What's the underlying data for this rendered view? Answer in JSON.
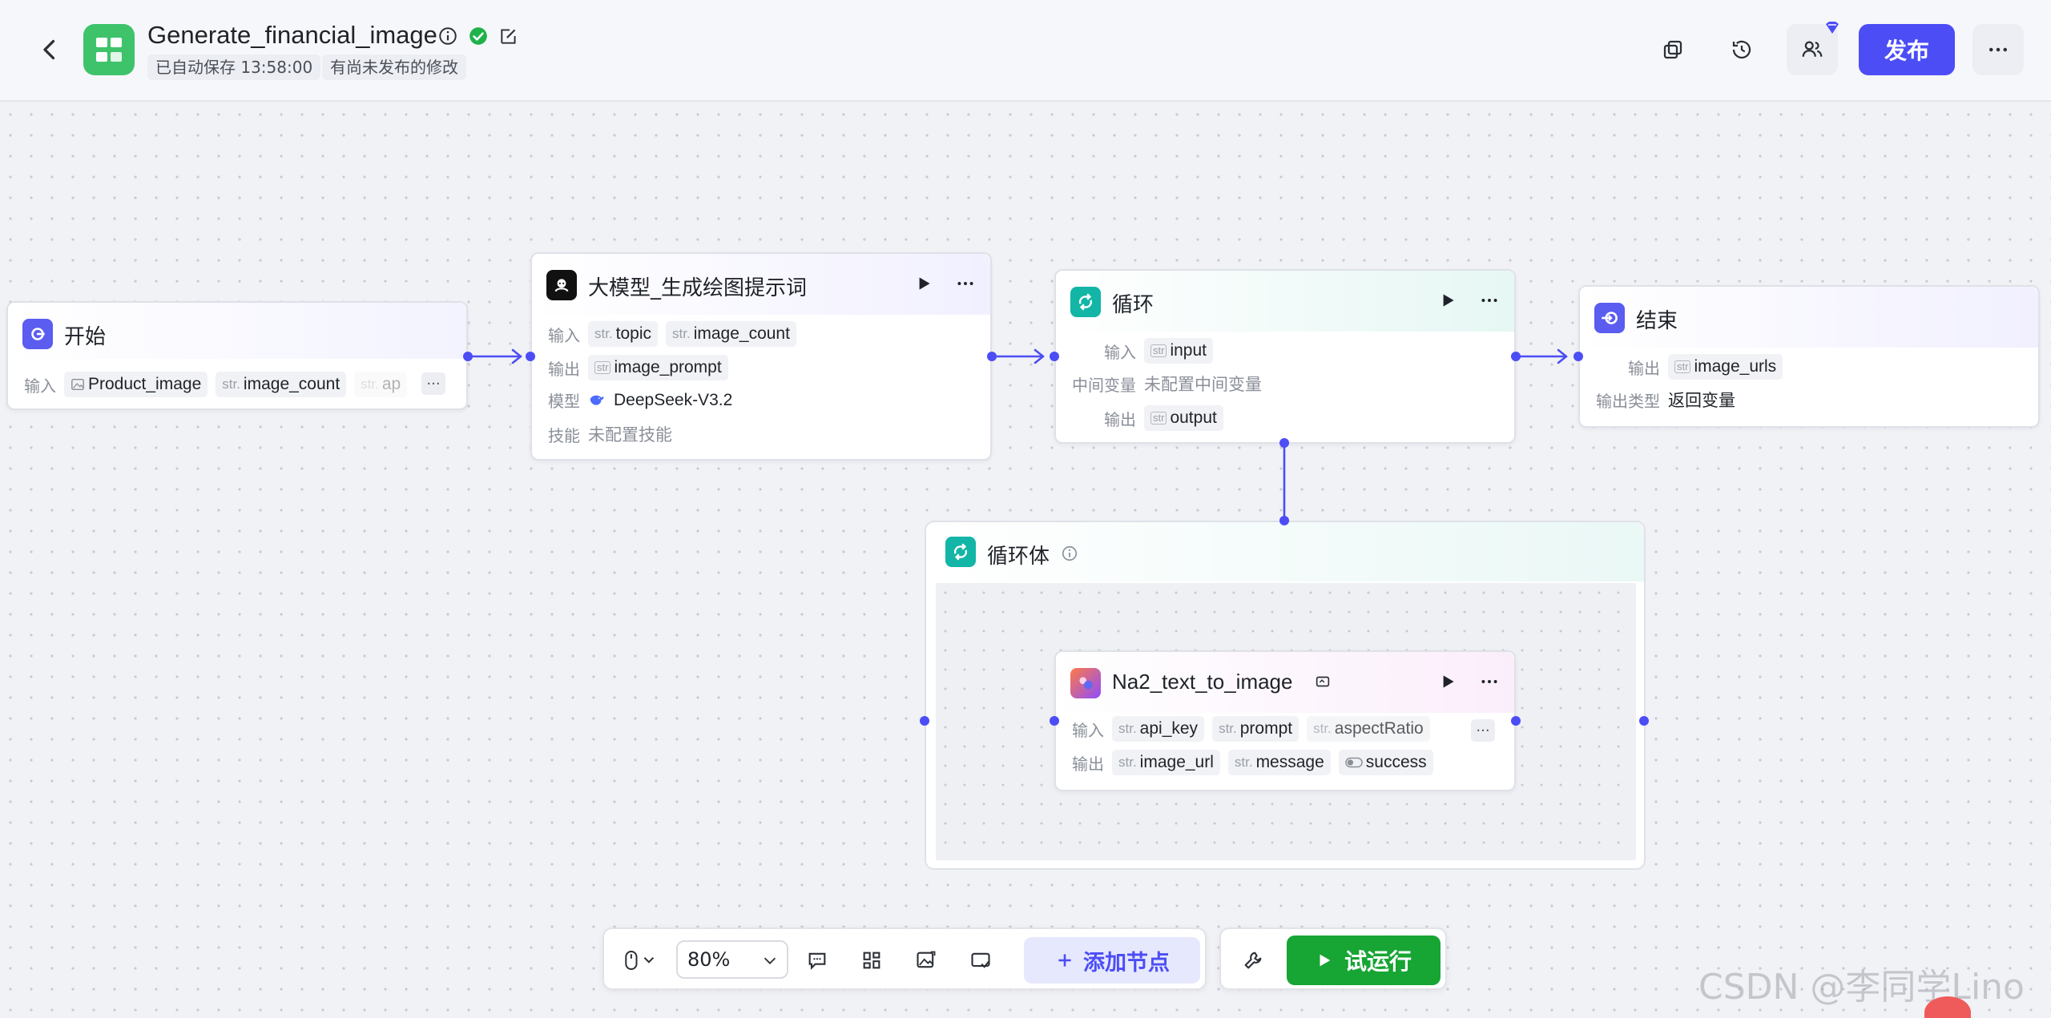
{
  "header": {
    "title": "Generate_financial_image",
    "autosave": "已自动保存 13:58:00",
    "unpublished": "有尚未发布的修改",
    "publish_label": "发布"
  },
  "nodes": {
    "start": {
      "title": "开始",
      "input_label": "输入",
      "inputs": [
        {
          "type": "img",
          "name": "Product_image"
        },
        {
          "type": "str.",
          "name": "image_count"
        },
        {
          "type": "str.",
          "name": "ap"
        }
      ]
    },
    "llm": {
      "title": "大模型_生成绘图提示词",
      "input_label": "输入",
      "inputs": [
        {
          "type": "str.",
          "name": "topic"
        },
        {
          "type": "str.",
          "name": "image_count"
        }
      ],
      "output_label": "输出",
      "output": {
        "type": "str",
        "name": "image_prompt"
      },
      "model_label": "模型",
      "model": "DeepSeek-V3.2",
      "skill_label": "技能",
      "skill": "未配置技能"
    },
    "loop": {
      "title": "循环",
      "input_label": "输入",
      "input": {
        "type": "str",
        "name": "input"
      },
      "mid_label": "中间变量",
      "mid": "未配置中间变量",
      "output_label": "输出",
      "output": {
        "type": "str",
        "name": "output"
      }
    },
    "end": {
      "title": "结束",
      "output_label": "输出",
      "output": {
        "type": "str",
        "name": "image_urls"
      },
      "otype_label": "输出类型",
      "otype": "返回变量"
    },
    "loop_body": {
      "title": "循环体"
    },
    "plugin": {
      "title": "Na2_text_to_image",
      "input_label": "输入",
      "inputs": [
        {
          "type": "str.",
          "name": "api_key"
        },
        {
          "type": "str.",
          "name": "prompt"
        },
        {
          "type": "str.",
          "name": "aspectRatio"
        }
      ],
      "output_label": "输出",
      "outputs": [
        {
          "type": "str.",
          "name": "image_url"
        },
        {
          "type": "str.",
          "name": "message"
        },
        {
          "type": "bool",
          "name": "success"
        }
      ]
    }
  },
  "toolbar": {
    "zoom": "80%",
    "add_node_label": "添加节点",
    "run_label": "试运行"
  },
  "watermark": "CSDN @李同学Lino",
  "colors": {
    "accent": "#4c4df5",
    "run_green": "#17a534",
    "logo_green": "#3ec36b",
    "loop_teal": "#12b5a6"
  }
}
